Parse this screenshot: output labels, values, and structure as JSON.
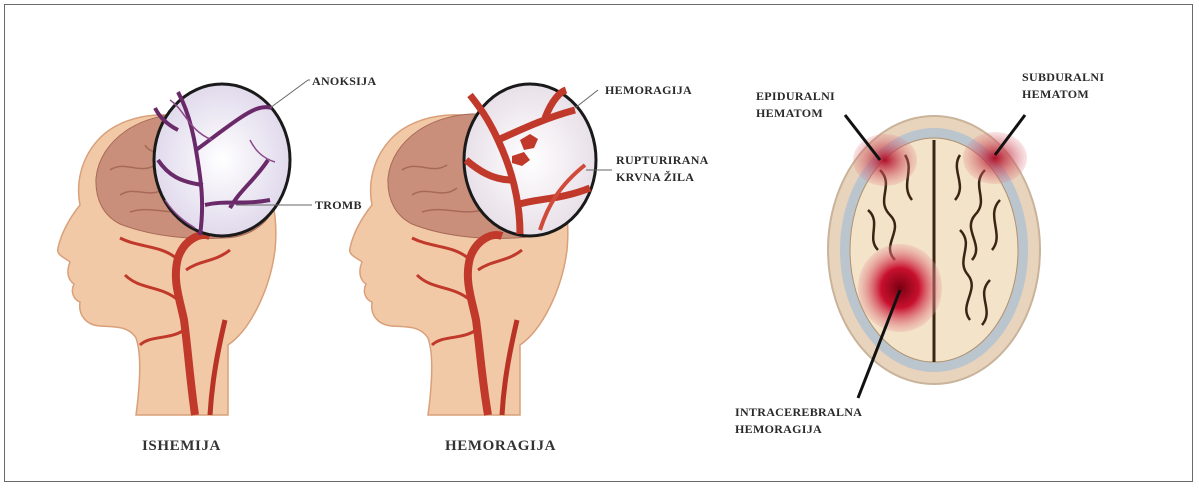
{
  "panels": {
    "ishemija": {
      "caption": "ISHEMIJA",
      "labels": {
        "anoksija": "ANOKSIJA",
        "tromb": "TROMB"
      }
    },
    "hemoragija": {
      "caption": "HEMORAGIJA",
      "labels": {
        "hemoragija": "HEMORAGIJA",
        "rupturirana_line1": "RUPTURIRANA",
        "rupturirana_line2": "KRVNA ŽILA"
      }
    },
    "mozak": {
      "labels": {
        "epiduralni_line1": "EPIDURALNI",
        "epiduralni_line2": "HEMATOM",
        "subduralni_line1": "SUBDURALNI",
        "subduralni_line2": "HEMATOM",
        "intracerebralna_line1": "INTRACEREBRALNA",
        "intracerebralna_line2": "HEMORAGIJA"
      }
    }
  },
  "colors": {
    "skin": "#f1c9a6",
    "skin_shade": "#e3ab84",
    "brain": "#c98f7a",
    "artery": "#c0392b",
    "clot": "#6a2a6a",
    "blood": "#c8102e"
  }
}
